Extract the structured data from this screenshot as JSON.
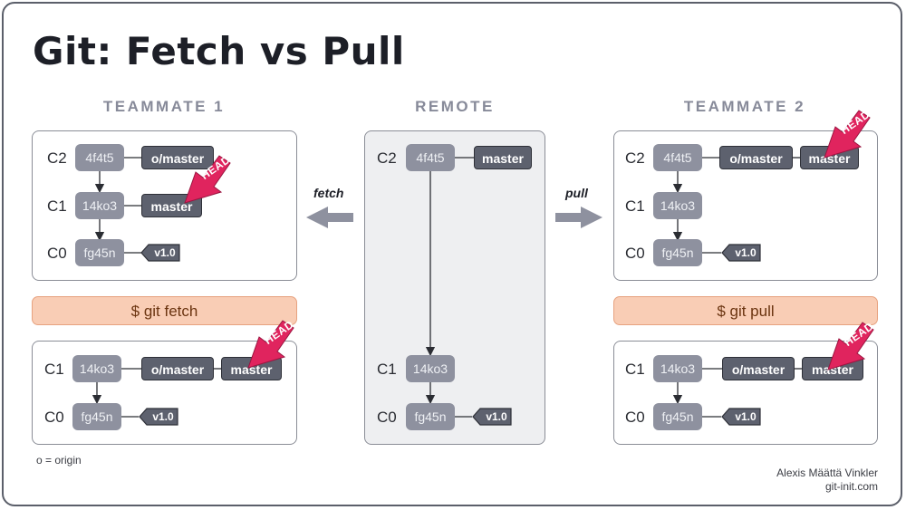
{
  "title": "Git: Fetch vs Pull",
  "columns": {
    "teammate1": "TEAMMATE 1",
    "remote": "REMOTE",
    "teammate2": "TEAMMATE 2"
  },
  "commits": {
    "c2_label": "C2",
    "c2_hash": "4f4t5",
    "c1_label": "C1",
    "c1_hash": "14ko3",
    "c0_label": "C0",
    "c0_hash": "fg45n"
  },
  "refs": {
    "origin_master": "o/master",
    "master": "master",
    "head": "HEAD",
    "tag": "v1.0"
  },
  "arrows": {
    "fetch": "fetch",
    "pull": "pull"
  },
  "commands": {
    "fetch": "$ git fetch",
    "pull": "$ git pull"
  },
  "note": "o = origin",
  "credit": {
    "author": "Alexis Määttä Vinkler",
    "site": "git-init.com"
  },
  "colors": {
    "commit": "#8e919f",
    "ref": "#5d616e",
    "head": "#e0245e",
    "command_bg": "#f9cdb5",
    "remote_bg": "#eeeff1"
  }
}
